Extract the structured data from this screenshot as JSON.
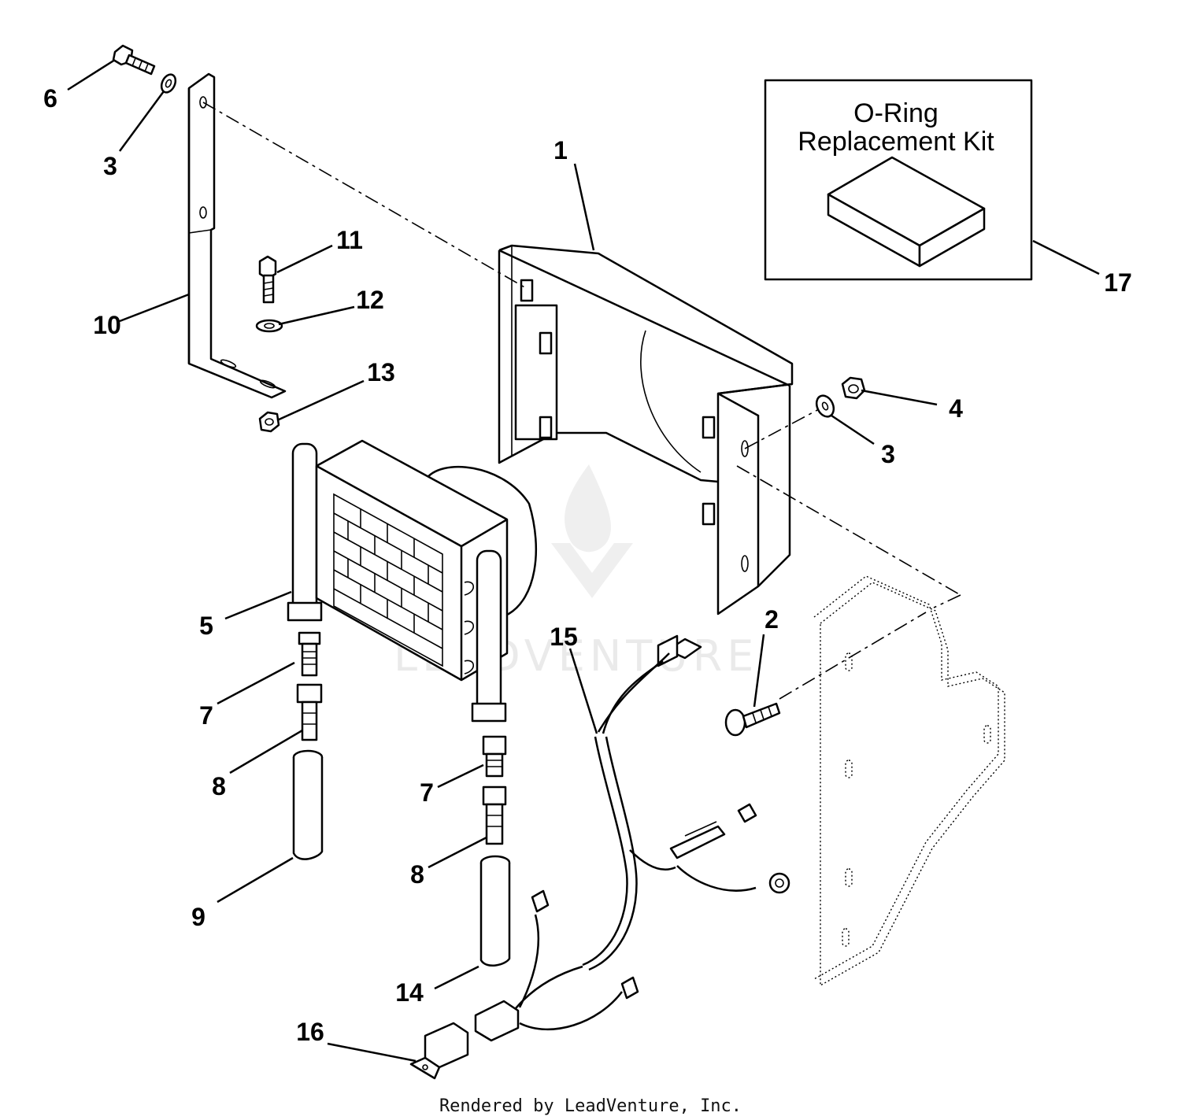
{
  "kit_box": {
    "title_line1": "O-Ring",
    "title_line2": "Replacement Kit"
  },
  "callouts": {
    "c1": "1",
    "c2": "2",
    "c3a": "3",
    "c3b": "3",
    "c4": "4",
    "c5": "5",
    "c6": "6",
    "c7a": "7",
    "c7b": "7",
    "c8a": "8",
    "c8b": "8",
    "c9": "9",
    "c10": "10",
    "c11": "11",
    "c12": "12",
    "c13": "13",
    "c14": "14",
    "c15": "15",
    "c16": "16",
    "c17": "17"
  },
  "watermark": "LEADVENTURE",
  "footer": "Rendered by LeadVenture, Inc."
}
